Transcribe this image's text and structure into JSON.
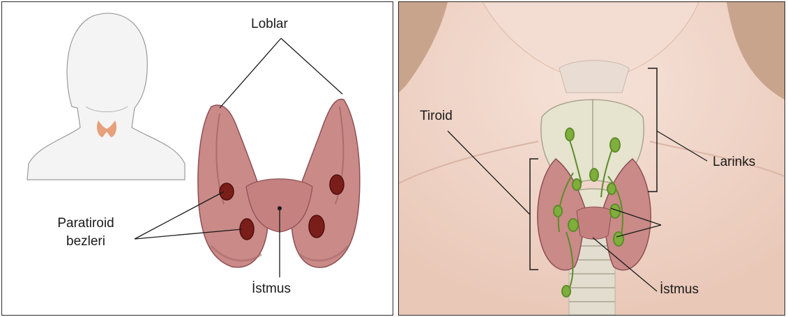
{
  "left_panel": {
    "labels": {
      "lobes": "Loblar",
      "parathyroid_line1": "Paratiroid",
      "parathyroid_line2": "bezleri",
      "isthmus": "İstmus"
    }
  },
  "right_panel": {
    "labels": {
      "thyroid": "Tiroid",
      "larynx": "Larinks",
      "isthmus": "İstmus"
    }
  },
  "colors": {
    "thyroid_tissue": "#c98a88",
    "thyroid_shadow": "#8e4f55",
    "parathyroid": "#7a1e1a",
    "cartilage": "#e6e3cf",
    "lymph_green": "#7fae3c",
    "skin": "#f1d8cb",
    "border": "#2a2a2a"
  }
}
